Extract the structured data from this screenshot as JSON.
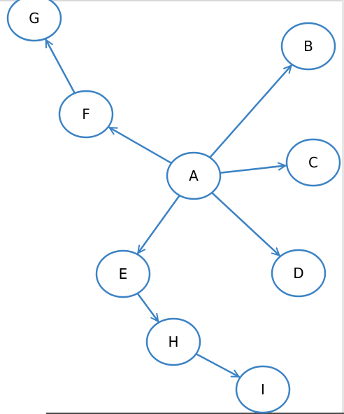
{
  "diagram": {
    "stroke_color": "#3b82c4",
    "node_fill": "#ffffff",
    "nodes": [
      {
        "id": "A",
        "label": "A"
      },
      {
        "id": "B",
        "label": "B"
      },
      {
        "id": "C",
        "label": "C"
      },
      {
        "id": "D",
        "label": "D"
      },
      {
        "id": "E",
        "label": "E"
      },
      {
        "id": "F",
        "label": "F"
      },
      {
        "id": "G",
        "label": "G"
      },
      {
        "id": "H",
        "label": "H"
      },
      {
        "id": "I",
        "label": "I"
      }
    ],
    "edges": [
      {
        "from": "A",
        "to": "B"
      },
      {
        "from": "A",
        "to": "C"
      },
      {
        "from": "A",
        "to": "D"
      },
      {
        "from": "A",
        "to": "E"
      },
      {
        "from": "A",
        "to": "F"
      },
      {
        "from": "F",
        "to": "G"
      },
      {
        "from": "E",
        "to": "H"
      },
      {
        "from": "H",
        "to": "I"
      }
    ]
  }
}
